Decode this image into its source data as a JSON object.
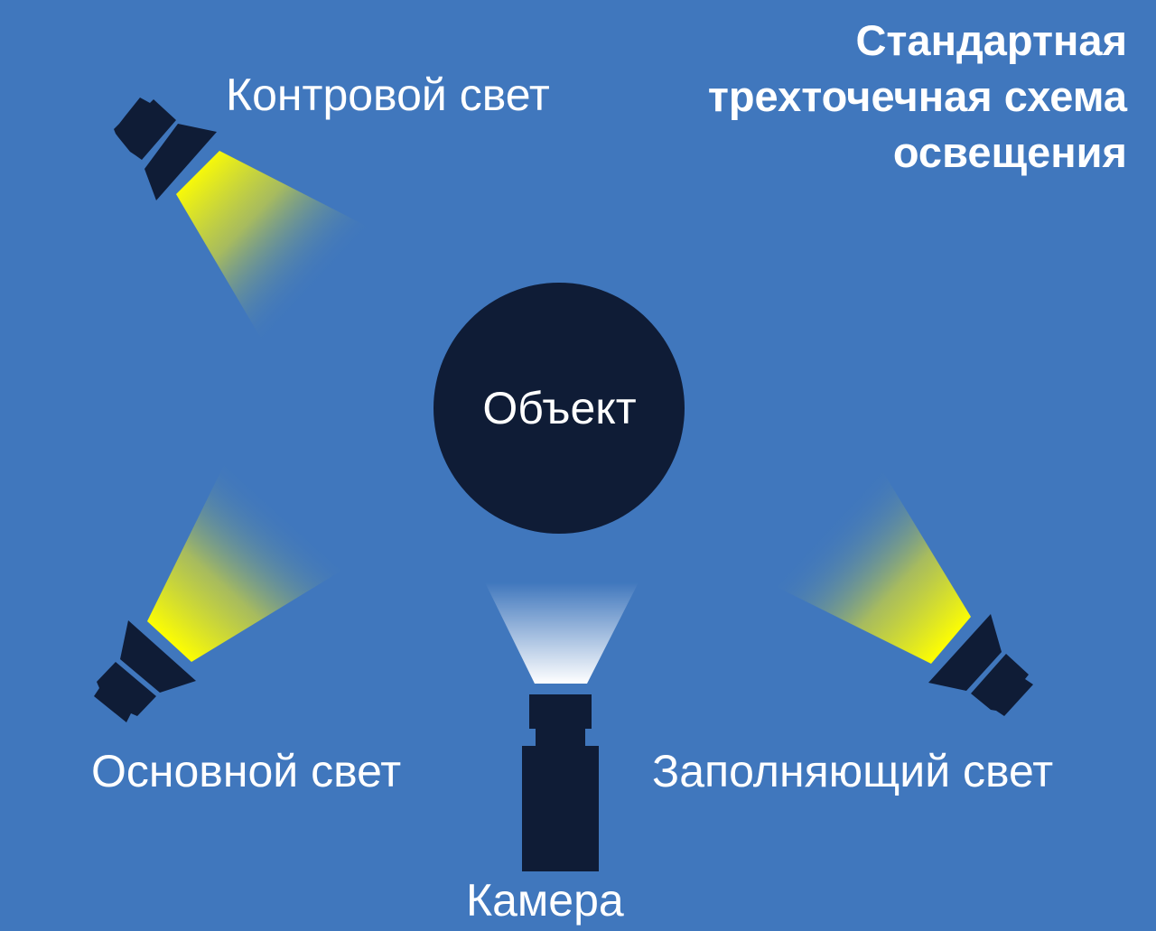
{
  "title": {
    "lines": [
      "Стандартная",
      "трехточечная схема",
      "освещения"
    ]
  },
  "labels": {
    "back_light": "Контровой свет",
    "key_light": "Основной свет",
    "fill_light": "Заполняющий свет",
    "camera": "Камера",
    "subject": "Объект"
  },
  "colors": {
    "background": "#4077bd",
    "fixture": "#0f1c36",
    "light_beam": "#ffff00",
    "camera_beam": "#ffffff",
    "text": "#ffffff"
  },
  "icons": {
    "back_light": "spotlight-icon",
    "key_light": "spotlight-icon",
    "fill_light": "spotlight-icon",
    "camera": "camera-icon",
    "subject": "circle-subject"
  }
}
